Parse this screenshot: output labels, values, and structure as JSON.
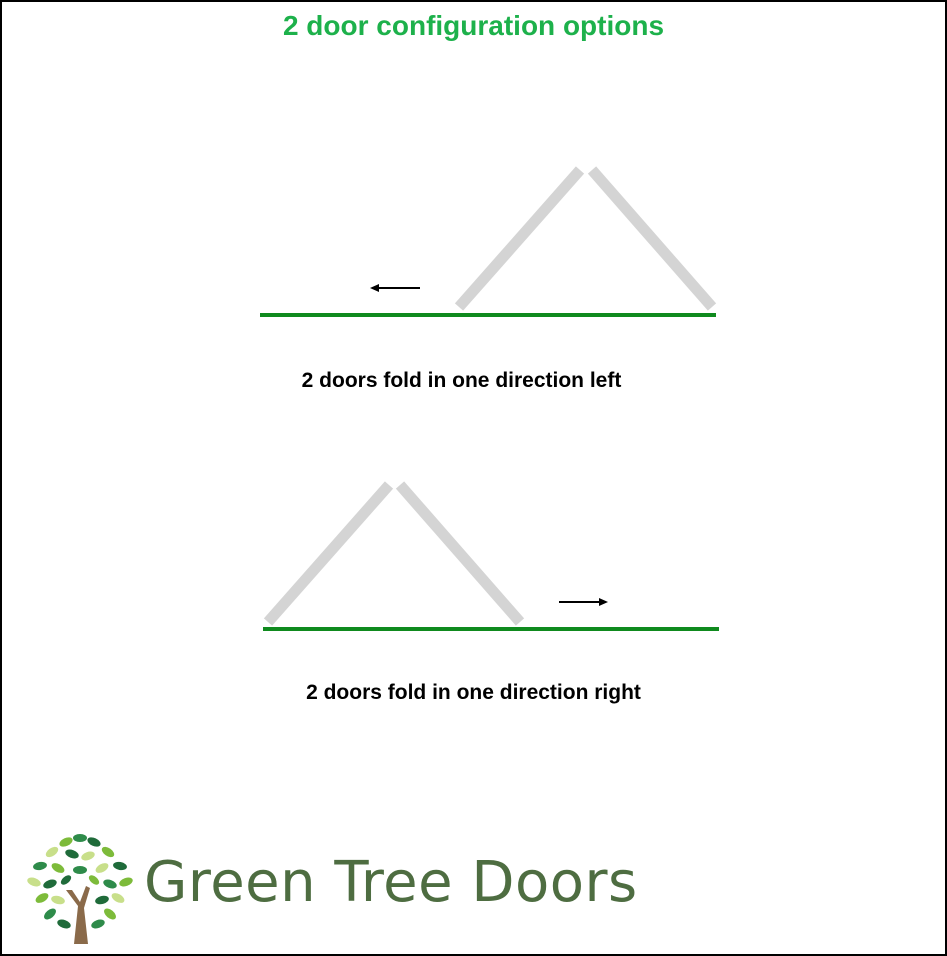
{
  "title": "2 door configuration options",
  "configurations": [
    {
      "caption": "2 doors fold in one direction left",
      "fold_direction": "left"
    },
    {
      "caption": "2 doors fold in one direction right",
      "fold_direction": "right"
    }
  ],
  "brand": {
    "name": "Green Tree Doors",
    "logo_icon": "tree-icon"
  },
  "colors": {
    "title": "#1db14b",
    "track": "#0f8a1e",
    "door_panel": "#d4d4d4",
    "arrow": "#000000",
    "brand_text": "#4e6d41"
  }
}
